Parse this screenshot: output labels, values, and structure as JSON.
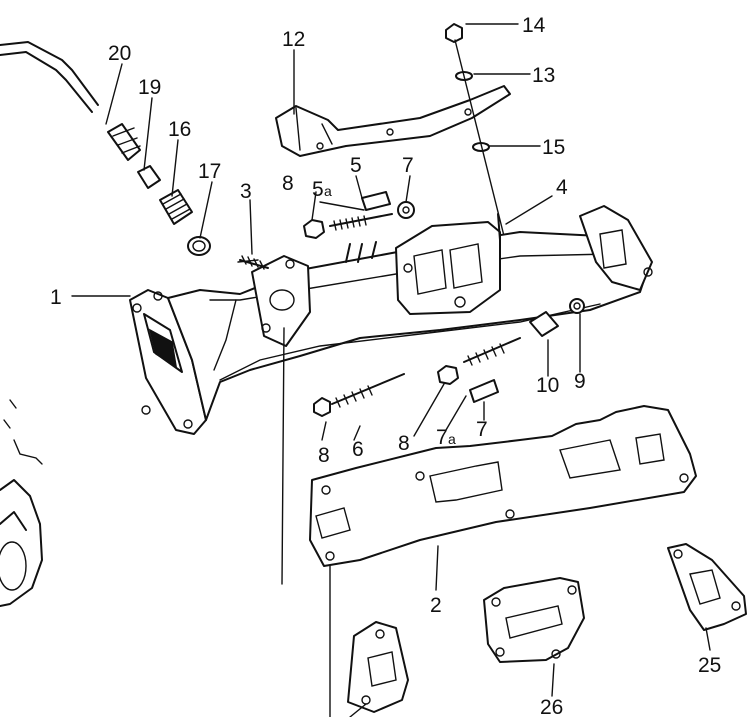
{
  "callouts": [
    {
      "id": "c1",
      "text": "1"
    },
    {
      "id": "c2",
      "text": "2"
    },
    {
      "id": "c3",
      "text": "3"
    },
    {
      "id": "c4",
      "text": "4"
    },
    {
      "id": "c5",
      "text": "5"
    },
    {
      "id": "c5a",
      "text": "5",
      "sub": "a"
    },
    {
      "id": "c6",
      "text": "6"
    },
    {
      "id": "c7t",
      "text": "7"
    },
    {
      "id": "c7b",
      "text": "7"
    },
    {
      "id": "c7a",
      "text": "7",
      "sub": "a"
    },
    {
      "id": "c8l",
      "text": "8"
    },
    {
      "id": "c8m",
      "text": "8"
    },
    {
      "id": "c8t",
      "text": "8"
    },
    {
      "id": "c9",
      "text": "9"
    },
    {
      "id": "c10",
      "text": "10"
    },
    {
      "id": "c12",
      "text": "12"
    },
    {
      "id": "c13",
      "text": "13"
    },
    {
      "id": "c14",
      "text": "14"
    },
    {
      "id": "c15",
      "text": "15"
    },
    {
      "id": "c16",
      "text": "16"
    },
    {
      "id": "c17",
      "text": "17"
    },
    {
      "id": "c19",
      "text": "19"
    },
    {
      "id": "c20",
      "text": "20"
    },
    {
      "id": "c25",
      "text": "25"
    },
    {
      "id": "c26",
      "text": "26"
    }
  ]
}
